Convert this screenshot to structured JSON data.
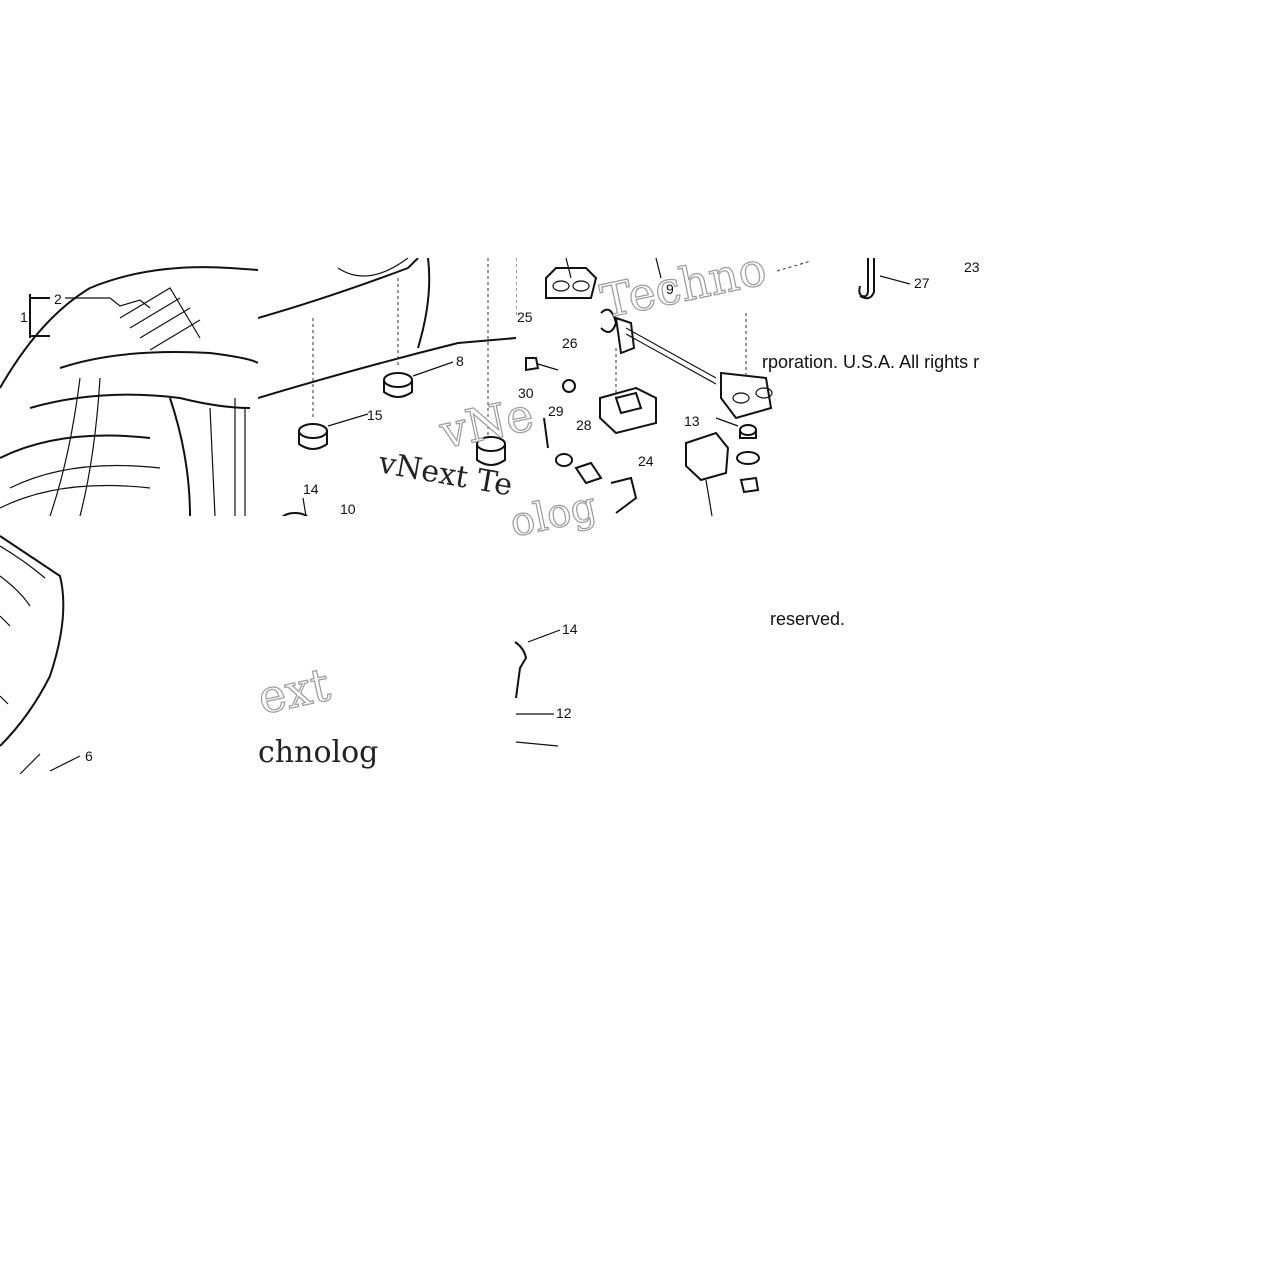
{
  "callouts": {
    "c1": "1",
    "c2": "2",
    "c6": "6",
    "c8": "8",
    "c9": "9",
    "c10": "10",
    "c12": "12",
    "c13": "13",
    "c14a": "14",
    "c14b": "14",
    "c15": "15",
    "c23": "23",
    "c24": "24",
    "c25": "25",
    "c26": "26",
    "c27": "27",
    "c28": "28",
    "c29": "29",
    "c30": "30"
  },
  "copyright": {
    "line1": "rporation. U.S.A. All rights r",
    "line2": "reserved."
  },
  "watermark": {
    "text_a": "vNext Te",
    "text_b": "ext",
    "text_c": "chnolog",
    "text_d": "Techno",
    "text_e": "vNe",
    "text_f": "olog"
  }
}
